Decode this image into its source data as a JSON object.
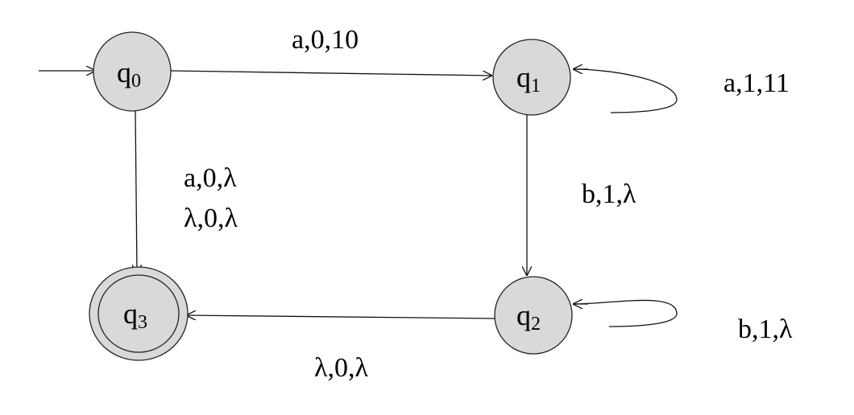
{
  "states": {
    "q0": {
      "letter": "q",
      "sub": "0"
    },
    "q1": {
      "letter": "q",
      "sub": "1"
    },
    "q2": {
      "letter": "q",
      "sub": "2"
    },
    "q3": {
      "letter": "q",
      "sub": "3"
    }
  },
  "transitions": {
    "q0_q1": "a,0,10",
    "q1_loop": "a,1,11",
    "q1_q2": "b,1,λ",
    "q2_loop": "b,1,λ",
    "q0_q3_line1": "a,0,λ",
    "q0_q3_line2": "λ,0,λ",
    "q2_q3": "λ,0,λ"
  },
  "colors": {
    "state_fill": "#d9d9d9",
    "stroke": "#111111"
  },
  "accepting_state": "q3",
  "start_state": "q0"
}
